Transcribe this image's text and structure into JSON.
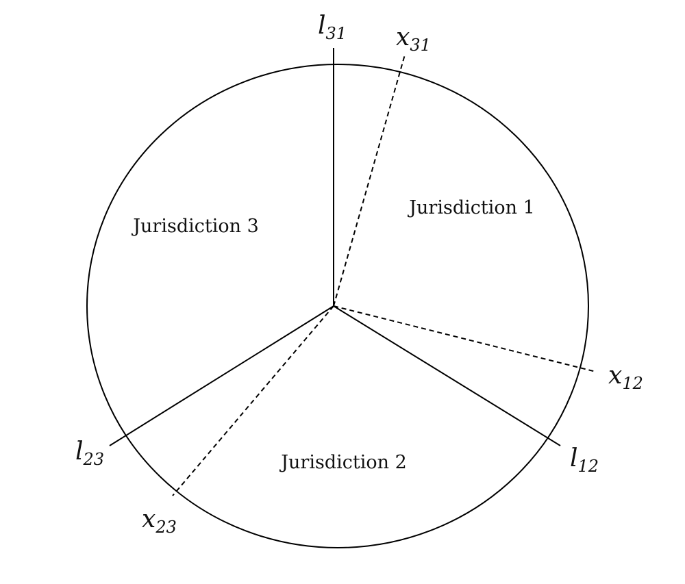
{
  "regions": {
    "jurisdiction_1": "Jurisdiction 1",
    "jurisdiction_2": "Jurisdiction 2",
    "jurisdiction_3": "Jurisdiction 3"
  },
  "labels": {
    "l31": {
      "base": "l",
      "sub": "31"
    },
    "x31": {
      "base": "x",
      "sub": "31"
    },
    "x12": {
      "base": "x",
      "sub": "12"
    },
    "l12": {
      "base": "l",
      "sub": "12"
    },
    "l23": {
      "base": "l",
      "sub": "23"
    },
    "x23": {
      "base": "x",
      "sub": "23"
    }
  },
  "colors": {
    "stroke": "#000000",
    "text": "#111111",
    "background": "#ffffff"
  }
}
